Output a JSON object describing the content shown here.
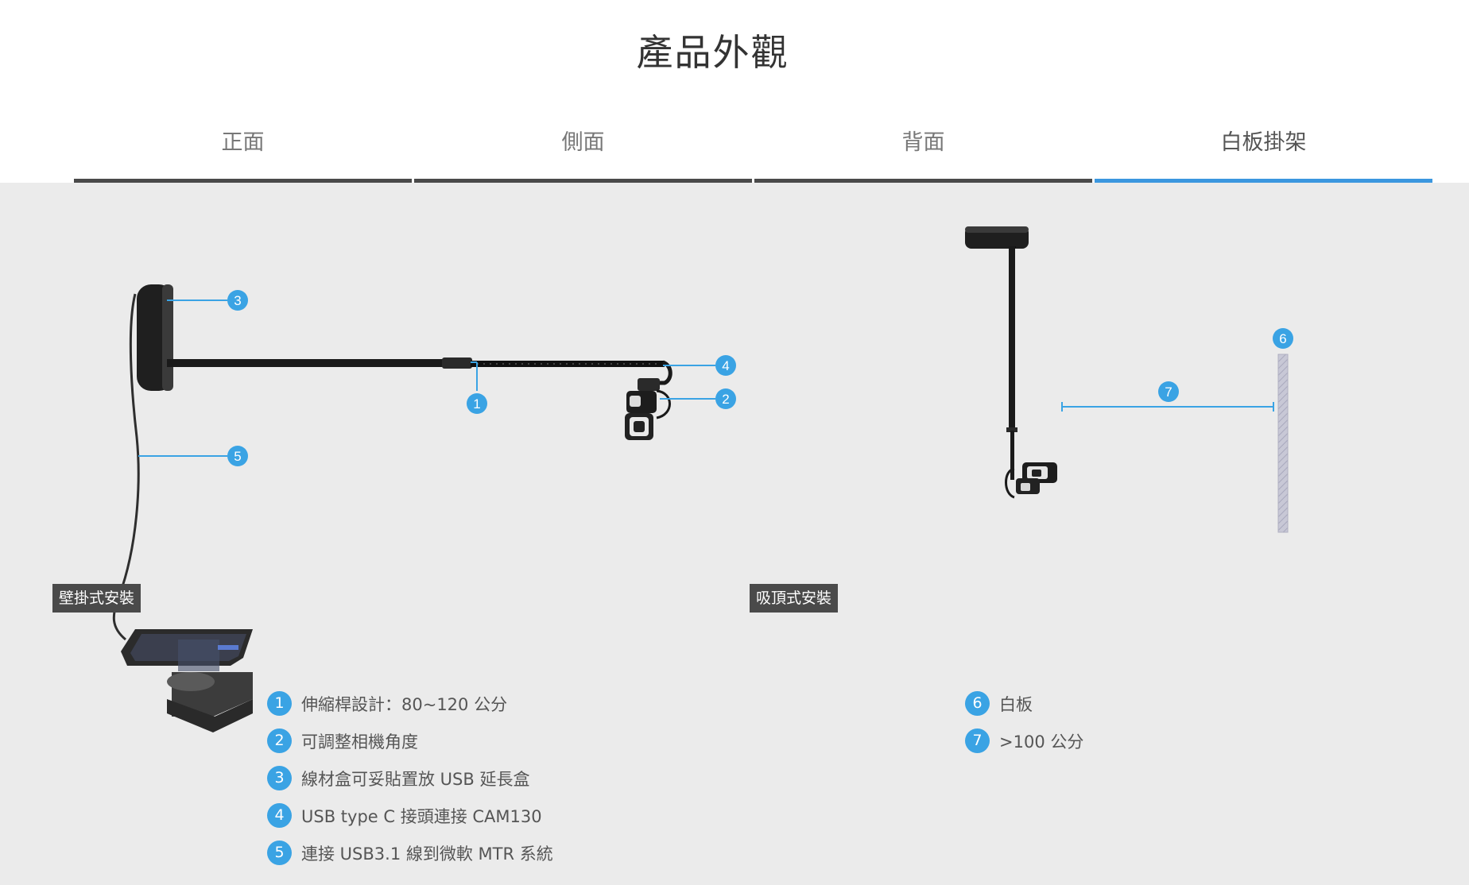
{
  "page_title": "產品外觀",
  "tabs": [
    {
      "label": "正面",
      "active": false
    },
    {
      "label": "側面",
      "active": false
    },
    {
      "label": "背面",
      "active": false
    },
    {
      "label": "白板掛架",
      "active": true
    }
  ],
  "colors": {
    "accent": "#3b97df",
    "badge": "#3aa3e4",
    "tab_border": "#4a4a4a",
    "panel_bg": "#ebebeb"
  },
  "installs": {
    "wall": "壁掛式安裝",
    "ceiling": "吸頂式安裝"
  },
  "callouts": [
    "1",
    "2",
    "3",
    "4",
    "5",
    "6",
    "7"
  ],
  "legend_left": [
    {
      "num": "1",
      "text": "伸縮桿設計：80~120 公分"
    },
    {
      "num": "2",
      "text": "可調整相機角度"
    },
    {
      "num": "3",
      "text": "線材盒可妥貼置放 USB 延長盒"
    },
    {
      "num": "4",
      "text": "USB type C 接頭連接 CAM130"
    },
    {
      "num": "5",
      "text": "連接 USB3.1 線到微軟 MTR 系統"
    }
  ],
  "legend_right": [
    {
      "num": "6",
      "text": "白板"
    },
    {
      "num": "7",
      "text": ">100 公分"
    }
  ]
}
